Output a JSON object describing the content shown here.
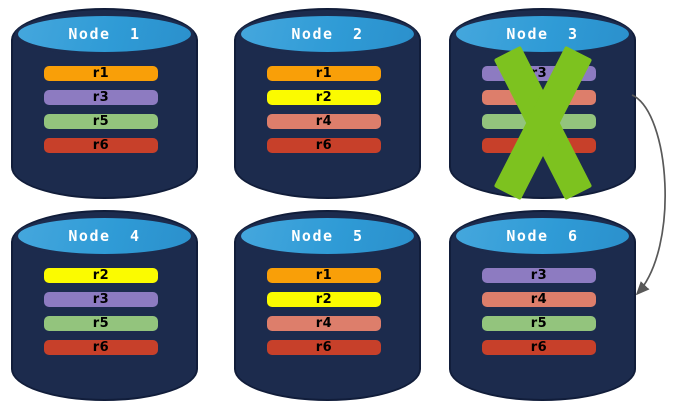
{
  "diagram": {
    "background": "#FFFFFF",
    "annotations": {
      "failed_node": "Node 3",
      "arrow_from": "Node 3",
      "arrow_to": "Node 6"
    }
  },
  "colors": {
    "cylinder_body": "#1C2B4D",
    "cylinder_outline": "#111D3A",
    "cylinder_top": "#2F9BD6",
    "title_text": "#FFFFFF",
    "bar_text": "#000000",
    "x_mark": "#7DC21F",
    "arrow": "#595959",
    "replicas": {
      "r1": "#F99F08",
      "r2": "#FBFB00",
      "r3": "#8D7BC1",
      "r4": "#DD7E6B",
      "r5": "#93C47D",
      "r6": "#C7402A"
    }
  },
  "nodes": [
    {
      "title": "Node 1",
      "replicas": [
        "r1",
        "r3",
        "r5",
        "r6"
      ],
      "failed": false
    },
    {
      "title": "Node 2",
      "replicas": [
        "r1",
        "r2",
        "r4",
        "r6"
      ],
      "failed": false
    },
    {
      "title": "Node 3",
      "replicas": [
        "r3",
        "r4",
        "r5",
        "r6"
      ],
      "failed": true
    },
    {
      "title": "Node 4",
      "replicas": [
        "r2",
        "r3",
        "r5",
        "r6"
      ],
      "failed": false
    },
    {
      "title": "Node 5",
      "replicas": [
        "r1",
        "r2",
        "r4",
        "r6"
      ],
      "failed": false
    },
    {
      "title": "Node 6",
      "replicas": [
        "r3",
        "r4",
        "r5",
        "r6"
      ],
      "failed": false
    }
  ]
}
